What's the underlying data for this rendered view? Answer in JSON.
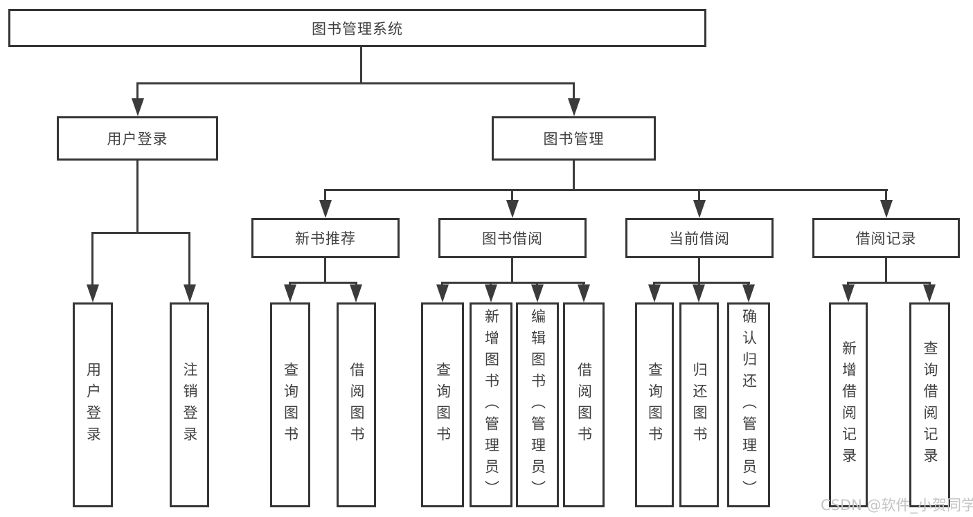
{
  "diagram": {
    "root": "图书管理系统",
    "level2": [
      "用户登录",
      "图书管理"
    ],
    "level3": [
      "新书推荐",
      "图书借阅",
      "当前借阅",
      "借阅记录"
    ],
    "leaves_login": [
      "用户登录",
      "注销登录"
    ],
    "leaves_newbook": [
      "查询图书",
      "借阅图书"
    ],
    "leaves_bookborrow": [
      "查询图书",
      "新增图书（管理员）",
      "编辑图书（管理员）",
      "借阅图书"
    ],
    "leaves_current": [
      "查询图书",
      "归还图书",
      "确认归还（管理员）"
    ],
    "leaves_records": [
      "新增借阅记录",
      "查询借阅记录"
    ]
  },
  "watermark": "CSDN @软件_小贺同学",
  "colors": {
    "line": "#3b3b3b",
    "border": "#353535",
    "text": "#404040",
    "watermark": "#c4c4c4",
    "bg": "#ffffff",
    "boxbg": "#ffffff"
  }
}
